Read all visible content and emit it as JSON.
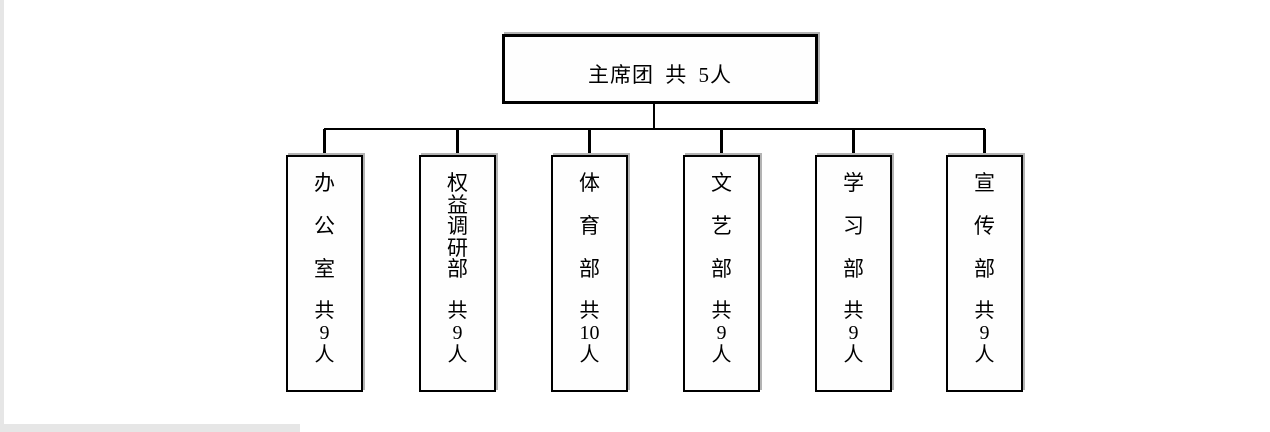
{
  "page": {
    "background": "#ffffff",
    "edge_color": "#e6e6e6",
    "line_color": "#000000"
  },
  "org_chart": {
    "root": {
      "label": "主席团 共 5人"
    },
    "departments": [
      {
        "name": "办公室",
        "chars": [
          "办",
          "公",
          "室"
        ],
        "count_label": "共",
        "count_value": "9",
        "count_unit": "人"
      },
      {
        "name": "权益调研部",
        "chars": [
          "权",
          "益",
          "调",
          "研",
          "部"
        ],
        "count_label": "共",
        "count_value": "9",
        "count_unit": "人"
      },
      {
        "name": "体育部",
        "chars": [
          "体",
          "育",
          "部"
        ],
        "count_label": "共",
        "count_value": "10",
        "count_unit": "人"
      },
      {
        "name": "文艺部",
        "chars": [
          "文",
          "艺",
          "部"
        ],
        "count_label": "共",
        "count_value": "9",
        "count_unit": "人"
      },
      {
        "name": "学习部",
        "chars": [
          "学",
          "习",
          "部"
        ],
        "count_label": "共",
        "count_value": "9",
        "count_unit": "人"
      },
      {
        "name": "宣传部",
        "chars": [
          "宣",
          "传",
          "部"
        ],
        "count_label": "共",
        "count_value": "9",
        "count_unit": "人"
      }
    ]
  }
}
